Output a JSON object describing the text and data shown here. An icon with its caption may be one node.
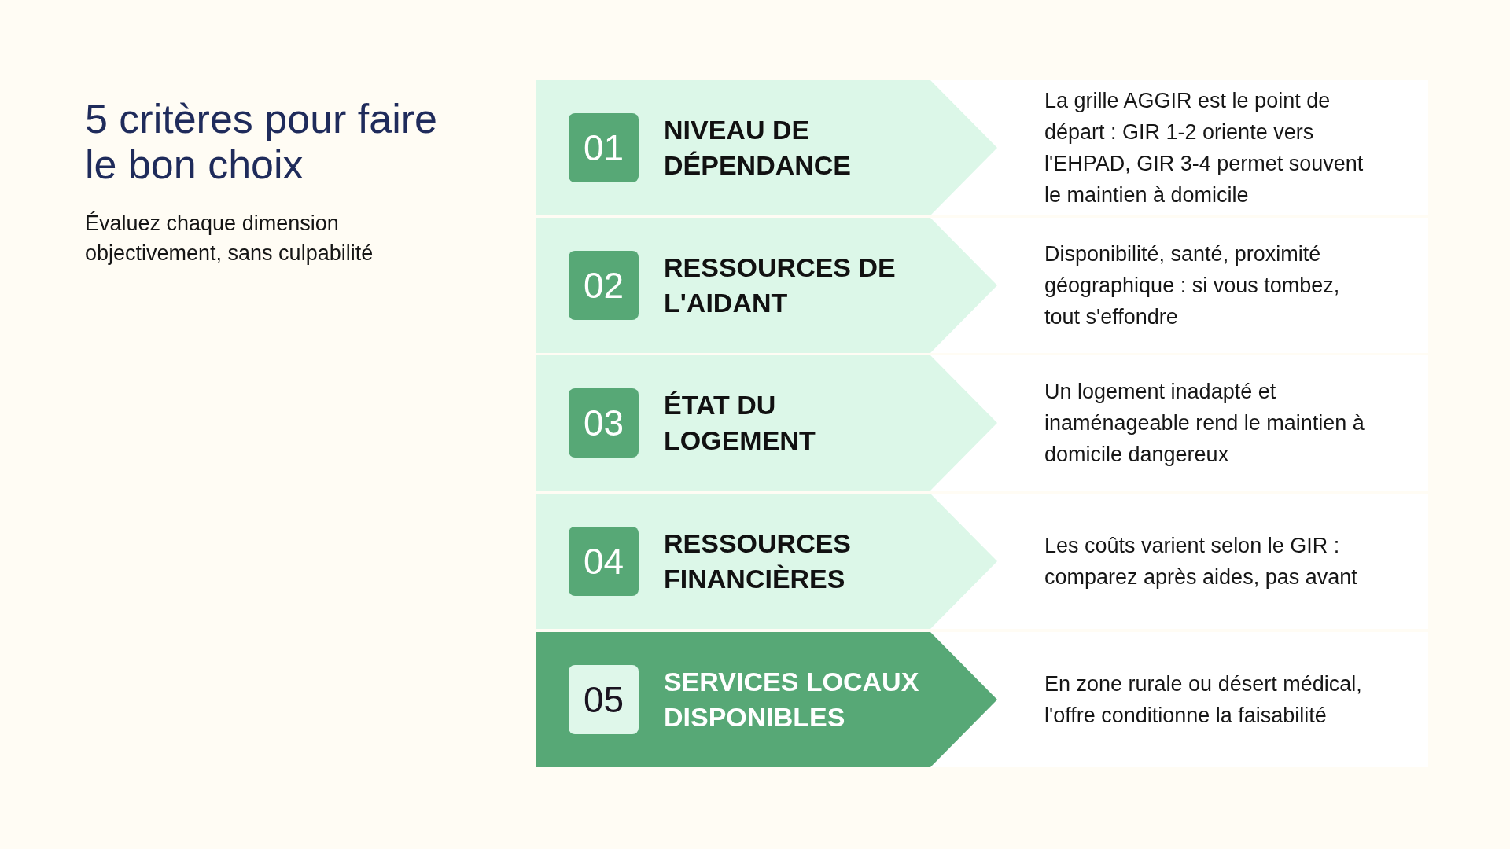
{
  "diagram": {
    "title": "5 critères pour faire le bon choix",
    "nodes": [
      {
        "text": [
          "NIVEAU DE DÉPENDANCE"
        ]
      },
      {
        "text": [
          "01"
        ],
        "in": 0
      },
      {
        "text": [
          "La grille AGGIR est le point de départ : GIR 1-2 oriente vers l'EHPAD, GIR 3-4 permet souvent le maintien à domicile"
        ]
      },
      {
        "text": [
          "RESSOURCES DE L'AIDANT"
        ]
      },
      {
        "text": [
          "02"
        ],
        "in": 3
      },
      {
        "text": [
          "Disponibilité, santé, proximité géographique : si vous tombez, tout s'effondre"
        ]
      },
      {
        "text": [
          "ÉTAT DU LOGEMENT"
        ]
      },
      {
        "text": [
          "03"
        ],
        "in": 6
      },
      {
        "text": [
          "Un logement inadapté et inaménageable rend le maintien à domicile dangereux"
        ]
      },
      {
        "text": [
          "RESSOURCES FINANCIÈRES"
        ]
      },
      {
        "text": [
          "04"
        ],
        "in": 9
      },
      {
        "text": [
          "Les coûts varient selon le GIR : comparez après aides, pas avant"
        ]
      },
      {
        "text": [
          "SERVICES LOCAUX DISPONIBLES"
        ]
      },
      {
        "text": [
          "05"
        ],
        "in": 12
      },
      {
        "text": [
          "En zone rurale ou désert médical, l'offre conditionne la faisabilité"
        ]
      }
    ],
    "labels": [
      "Évaluez chaque dimension objectivement, sans culpabilité"
    ]
  }
}
